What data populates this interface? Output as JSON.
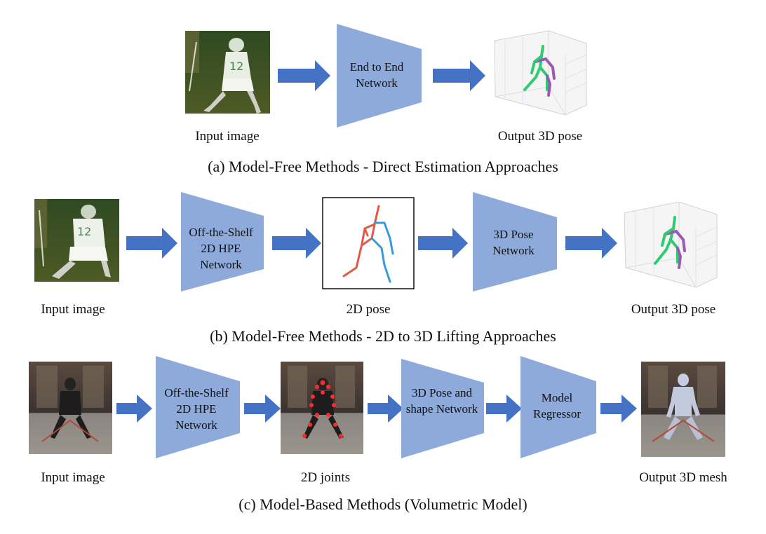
{
  "colors": {
    "network_fill": "#8eaadb",
    "arrow_fill": "#4472c4",
    "pose_red": "#e05a47",
    "pose_blue": "#3a9ad9",
    "pose_green": "#2ecc71",
    "pose_purple": "#9b59b6",
    "joint_red": "#ff2a2a"
  },
  "row_a": {
    "caption": "(a) Model-Free Methods - Direct Estimation Approaches",
    "input_label": "Input image",
    "network_label": "End to End Network",
    "output_label": "Output 3D pose"
  },
  "row_b": {
    "caption": "(b) Model-Free Methods - 2D to 3D Lifting Approaches",
    "input_label": "Input image",
    "hpe_label": "Off-the-Shelf 2D HPE Network",
    "pose2d_label": "2D pose",
    "pose3d_network_label": "3D Pose Network",
    "output_label": "Output 3D pose"
  },
  "row_c": {
    "caption": "(c) Model-Based Methods (Volumetric Model)",
    "input_label": "Input image",
    "hpe_label": "Off-the-Shelf 2D HPE Network",
    "joints_label": "2D joints",
    "shape_network_label": "3D Pose and shape Network",
    "regressor_label": "Model Regressor",
    "output_label": "Output 3D mesh"
  }
}
